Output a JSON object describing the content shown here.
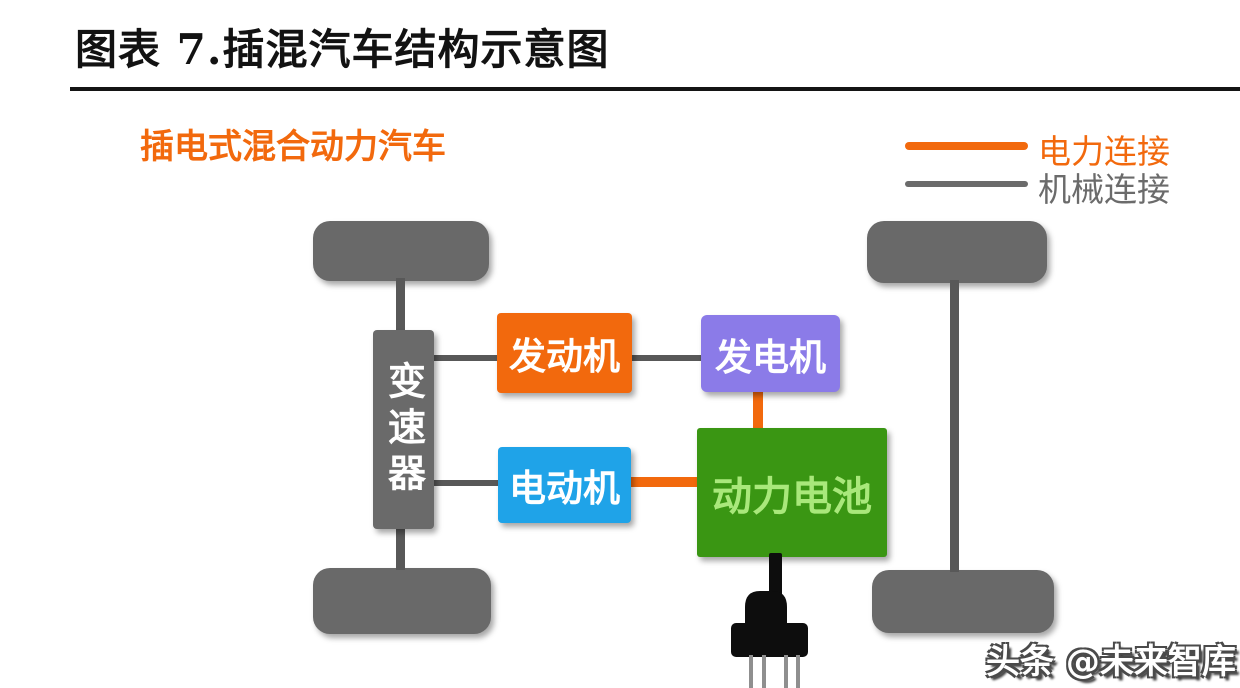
{
  "figure": {
    "title": "图表 7.插混汽车结构示意图",
    "vehicle_type_label": "插电式混合动力汽车"
  },
  "legend": {
    "items": [
      {
        "label": "电力连接",
        "type": "electrical",
        "color": "#f2690d"
      },
      {
        "label": "机械连接",
        "type": "mechanical",
        "color": "#6b6b6b"
      }
    ]
  },
  "diagram": {
    "nodes": [
      {
        "id": "transmission",
        "label": "变速器",
        "color": "#6a6a6a",
        "text_color": "#ffffff"
      },
      {
        "id": "engine",
        "label": "发动机",
        "color": "#f2690d",
        "text_color": "#ffffff"
      },
      {
        "id": "generator",
        "label": "发电机",
        "color": "#8b7be8",
        "text_color": "#ffffff"
      },
      {
        "id": "motor",
        "label": "电动机",
        "color": "#1fa3e8",
        "text_color": "#ffffff"
      },
      {
        "id": "battery",
        "label": "动力电池",
        "color": "#3a9613",
        "text_color": "#a9e87b"
      }
    ],
    "wheels": [
      "front-left",
      "rear-left",
      "front-right",
      "rear-right"
    ],
    "connections": [
      {
        "from": "front-left-wheel",
        "to": "transmission",
        "type": "mechanical"
      },
      {
        "from": "transmission",
        "to": "rear-left-wheel",
        "type": "mechanical"
      },
      {
        "from": "transmission",
        "to": "engine",
        "type": "mechanical"
      },
      {
        "from": "engine",
        "to": "generator",
        "type": "mechanical"
      },
      {
        "from": "transmission",
        "to": "motor",
        "type": "mechanical"
      },
      {
        "from": "generator",
        "to": "battery",
        "type": "electrical"
      },
      {
        "from": "motor",
        "to": "battery",
        "type": "electrical"
      },
      {
        "from": "battery",
        "to": "charging-plug",
        "type": "cord"
      },
      {
        "from": "front-right-wheel",
        "to": "rear-right-wheel",
        "type": "mechanical"
      }
    ]
  },
  "watermark": {
    "text": "头条 @未来智库"
  }
}
